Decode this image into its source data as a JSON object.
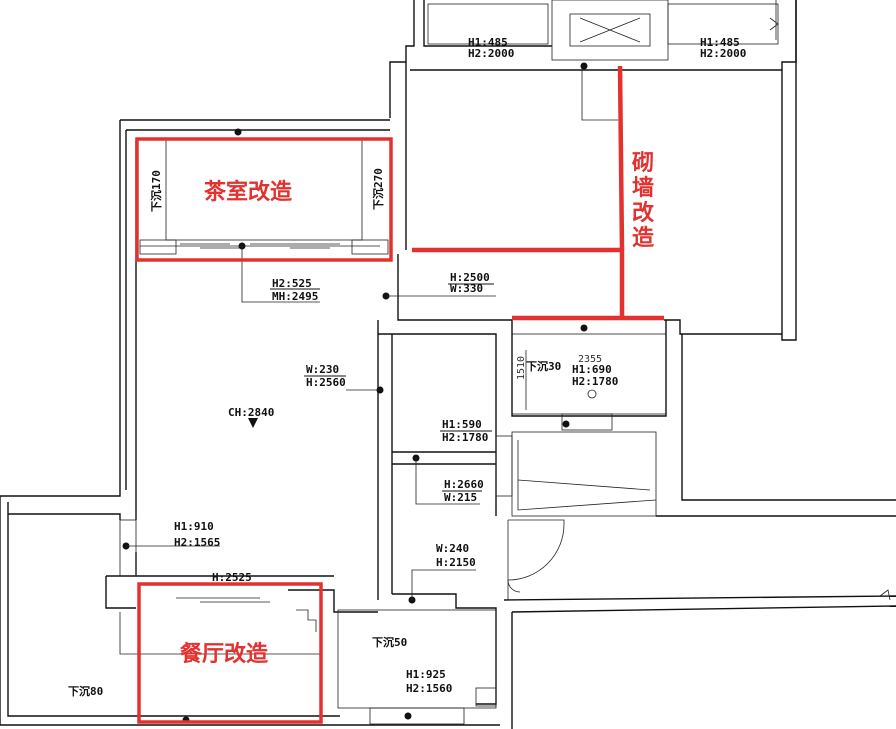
{
  "annotations": {
    "tea_room": "茶室改造",
    "dining": "餐厅改造",
    "wall_v1": "砌",
    "wall_v2": "墙",
    "wall_v3": "改",
    "wall_v4": "造"
  },
  "labels": {
    "top_left_h1": "H1:485",
    "top_left_h2": "H2:2000",
    "top_right_h1": "H1:485",
    "top_right_h2": "H2:2000",
    "sink170": "下沉170",
    "sink270": "下沉270",
    "tea_h2": "H2:525",
    "tea_mh": "MH:2495",
    "corr_h": "H:2500",
    "corr_w": "W:330",
    "liv_w": "W:230",
    "liv_h": "H:2560",
    "ch": "CH:2840",
    "bath_sink": "下沉30",
    "bath_dim_a": "2355",
    "bath_dim_b": "1510",
    "bath_h1": "H1:690",
    "bath_h2": "H2:1780",
    "hall_h1": "H1:590",
    "hall_h2": "H2:1780",
    "hall_h": "H:2660",
    "hall_w": "W:215",
    "win_h1": "H1:910",
    "win_h2": "H2:1565",
    "din_h": "H:2525",
    "door_w": "W:240",
    "door_h": "H:2150",
    "sink50": "下沉50",
    "bal_h1": "H1:925",
    "bal_h2": "H2:1560",
    "sink80": "下沉80"
  }
}
